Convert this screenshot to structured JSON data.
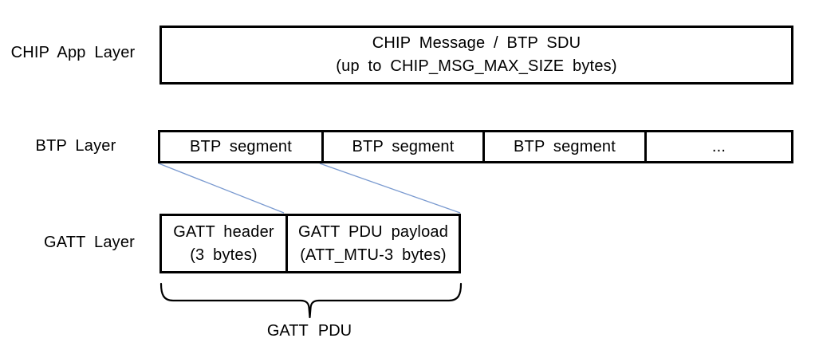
{
  "diagram": {
    "title_semantic": "BTP segmentation protocol stack diagram",
    "labels": {
      "chip_app_layer": "CHIP App Layer",
      "btp_layer": "BTP Layer",
      "gatt_layer": "GATT Layer",
      "gatt_pdu": "GATT PDU"
    },
    "chip_box": {
      "line1": "CHIP Message / BTP SDU",
      "line2": "(up to CHIP_MSG_MAX_SIZE bytes)"
    },
    "btp_row": {
      "segments": [
        "BTP segment",
        "BTP segment",
        "BTP segment",
        "..."
      ]
    },
    "gatt_row": {
      "header": {
        "line1": "GATT header",
        "line2": "(3 bytes)"
      },
      "payload": {
        "line1": "GATT PDU payload",
        "line2": "(ATT_MTU-3 bytes)"
      }
    },
    "colors": {
      "background": "#ffffff",
      "text": "#000000",
      "border": "#000000",
      "connector_blue": "#7a9ad0"
    }
  }
}
